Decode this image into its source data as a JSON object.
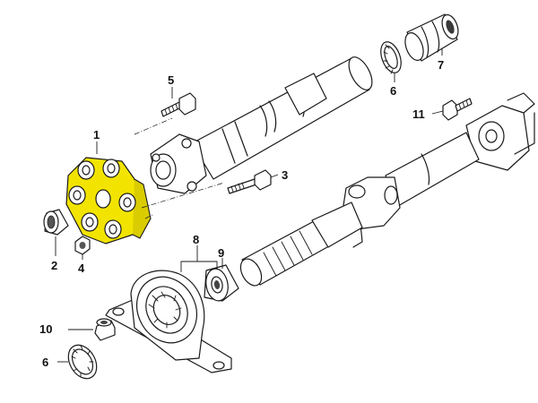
{
  "callouts": [
    {
      "id": "c1",
      "text": "1"
    },
    {
      "id": "c2",
      "text": "2"
    },
    {
      "id": "c3",
      "text": "3"
    },
    {
      "id": "c4",
      "text": "4"
    },
    {
      "id": "c5",
      "text": "5"
    },
    {
      "id": "c6a",
      "text": "6"
    },
    {
      "id": "c6b",
      "text": "6"
    },
    {
      "id": "c7",
      "text": "7"
    },
    {
      "id": "c8",
      "text": "8"
    },
    {
      "id": "c9",
      "text": "9"
    },
    {
      "id": "c10",
      "text": "10"
    },
    {
      "id": "c11",
      "text": "11"
    }
  ],
  "colors": {
    "highlight": "#f2e400",
    "line": "#1a1a1a",
    "background": "#ffffff"
  }
}
